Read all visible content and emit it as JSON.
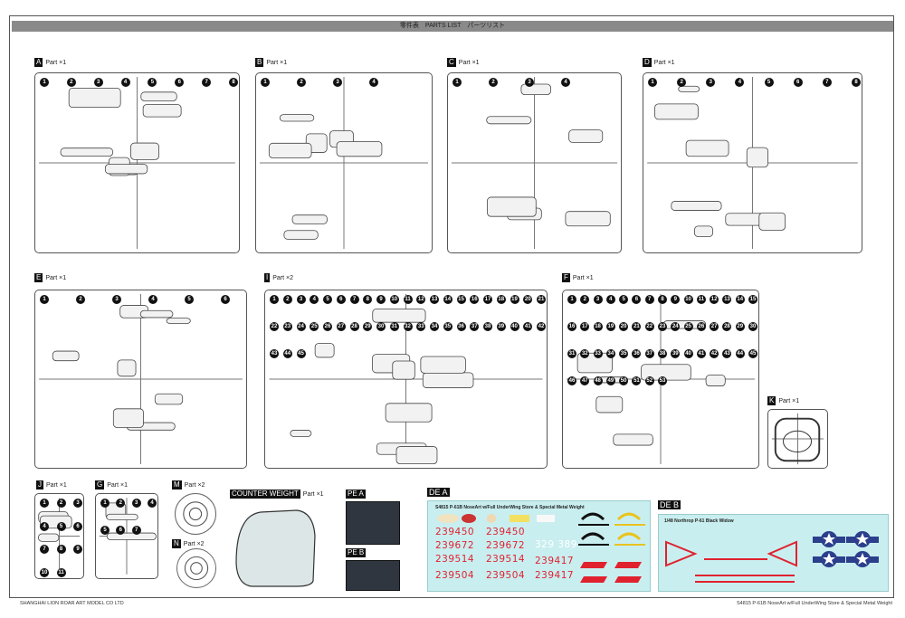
{
  "header": {
    "title": "零件表　PARTS LIST　パーツリスト"
  },
  "sprues": [
    {
      "id": "A",
      "qty": "Part ×1",
      "parts": [
        "1",
        "2",
        "3",
        "4",
        "5",
        "6",
        "7",
        "8"
      ]
    },
    {
      "id": "B",
      "qty": "Part ×1",
      "parts": [
        "1",
        "2",
        "3",
        "4"
      ]
    },
    {
      "id": "C",
      "qty": "Part ×1",
      "parts": [
        "1",
        "2",
        "3",
        "4"
      ]
    },
    {
      "id": "D",
      "qty": "Part ×1",
      "parts": [
        "1",
        "2",
        "3",
        "4",
        "5",
        "6",
        "7",
        "8"
      ]
    },
    {
      "id": "E",
      "qty": "Part ×1",
      "parts": [
        "1",
        "2",
        "3",
        "4",
        "5",
        "6"
      ]
    },
    {
      "id": "I",
      "qty": "Part ×2",
      "parts": [
        "1",
        "2",
        "3",
        "4",
        "5",
        "6",
        "7",
        "8",
        "9",
        "10",
        "11",
        "12",
        "13",
        "14",
        "15",
        "16",
        "17",
        "18",
        "19",
        "20",
        "21",
        "22",
        "23",
        "24",
        "25",
        "26",
        "27",
        "28",
        "29",
        "30",
        "31",
        "32",
        "33",
        "34",
        "35",
        "36",
        "37",
        "38",
        "39",
        "40",
        "41",
        "42",
        "43",
        "44",
        "45"
      ]
    },
    {
      "id": "F",
      "qty": "Part ×1",
      "parts": [
        "1",
        "2",
        "3",
        "4",
        "5",
        "6",
        "7",
        "8",
        "9",
        "10",
        "11",
        "12",
        "13",
        "14",
        "15",
        "16",
        "17",
        "18",
        "19",
        "20",
        "21",
        "22",
        "23",
        "24",
        "25",
        "26",
        "27",
        "28",
        "29",
        "30",
        "31",
        "32",
        "33",
        "34",
        "35",
        "36",
        "37",
        "38",
        "39",
        "40",
        "41",
        "42",
        "43",
        "44",
        "45",
        "46",
        "47",
        "48",
        "49",
        "50",
        "51",
        "52",
        "53"
      ]
    },
    {
      "id": "K",
      "qty": "Part ×1",
      "parts": []
    },
    {
      "id": "J",
      "qty": "Part ×1",
      "parts": [
        "1",
        "2",
        "3",
        "4",
        "5",
        "6",
        "7",
        "8",
        "9",
        "10",
        "11"
      ]
    },
    {
      "id": "G",
      "qty": "Part ×1",
      "parts": [
        "1",
        "2",
        "3",
        "4",
        "5",
        "6",
        "7"
      ]
    },
    {
      "id": "M",
      "qty": "Part ×2",
      "parts": []
    },
    {
      "id": "N",
      "qty": "Part ×2",
      "parts": []
    }
  ],
  "counter_weight": {
    "label": "COUNTER WEIGHT",
    "qty": "Part ×1"
  },
  "pe": [
    {
      "id": "PE A"
    },
    {
      "id": "PE B"
    }
  ],
  "decals": {
    "dea": {
      "id": "DE A",
      "title": "S4815 P-61B NoseArt w/Full UnderWing Store & Special Metal Weight",
      "serials": [
        "239450",
        "239450",
        "239672",
        "239672",
        "239514",
        "239514",
        "239504",
        "239504",
        "239417",
        "239417"
      ],
      "white_code": "329 389"
    },
    "deb": {
      "id": "DE B",
      "title": "1/48 Northrop P-61 Black Widow"
    }
  },
  "colors": {
    "header_bar": "#8a8a8a",
    "decal_bg": "#c9eef0",
    "serial_red": "#e0222e",
    "roundel_blue": "#2b3f8c"
  },
  "footer": {
    "left": "SHANGHAI LION ROAR ART MODEL CO LTD",
    "right": "S4815 P-61B NoseArt w/Full UnderWing Store & Special Metal Weight"
  }
}
